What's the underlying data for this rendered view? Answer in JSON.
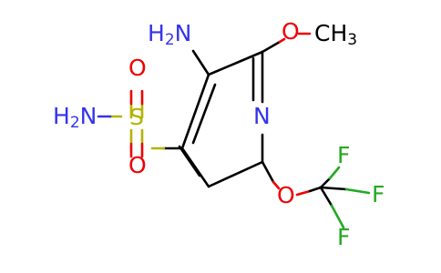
{
  "molecule": {
    "atoms": {
      "amino_h": "H",
      "amino_h_count": "2",
      "amino_n": "N",
      "ring_n": "N",
      "methoxy_o": "O",
      "methyl_c": "CH",
      "methyl_h_count": "3",
      "sulfonyl_s": "S",
      "sulfonyl_o_top": "O",
      "sulfonyl_o_bottom": "O",
      "sulfonamide_h": "H",
      "sulfonamide_h_count": "2",
      "sulfonamide_n": "N",
      "ether_o": "O",
      "fluorine_1": "F",
      "fluorine_2": "F",
      "fluorine_3": "F"
    },
    "colors": {
      "carbon": "#000000",
      "nitrogen": "#3333ee",
      "oxygen": "#ee0000",
      "sulfur": "#b3b300",
      "fluorine": "#22aa22"
    }
  }
}
